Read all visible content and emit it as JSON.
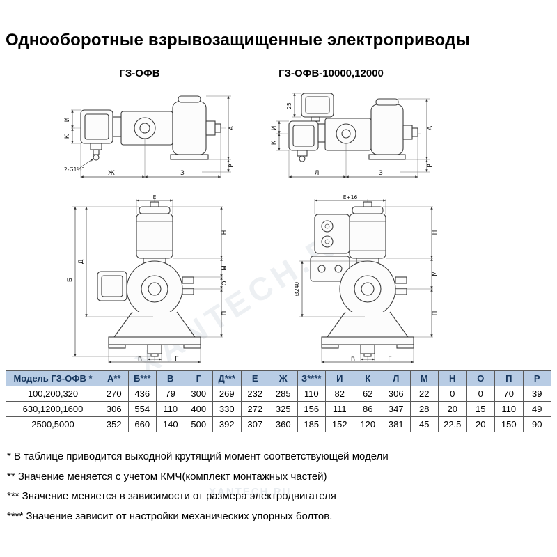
{
  "title": "Однооборотные взрывозащищенные электроприводы",
  "watermark": "XANTECH.RU",
  "drawings": {
    "left_label": "ГЗ-ОФВ",
    "right_label": "ГЗ-ОФВ-10000,12000",
    "d1": {
      "dims": {
        "a": "А",
        "r": "Р",
        "zh": "Ж",
        "z": "З",
        "i": "И",
        "k": "К",
        "conduit": "2-G1½″"
      }
    },
    "d2": {
      "dims": {
        "n25": "25",
        "i": "И",
        "k": "К",
        "l": "Л",
        "z": "З",
        "a": "А",
        "r": "Р"
      }
    },
    "d3": {
      "dims": {
        "e": "Е",
        "b": "Б",
        "d": "Д",
        "n": "Н",
        "m": "М",
        "o": "О",
        "p": "П",
        "v": "В",
        "g": "Г"
      }
    },
    "d4": {
      "dims": {
        "e16": "Е+16",
        "dia": "Ø240",
        "n": "Н",
        "m": "М",
        "p": "П",
        "v": "В",
        "g": "Г"
      }
    }
  },
  "table": {
    "headers": [
      "Модель ГЗ-ОФВ *",
      "А**",
      "Б***",
      "В",
      "Г",
      "Д***",
      "Е",
      "Ж",
      "З****",
      "И",
      "К",
      "Л",
      "М",
      "Н",
      "О",
      "П",
      "Р"
    ],
    "rows": [
      [
        "100,200,320",
        "270",
        "436",
        "79",
        "300",
        "269",
        "232",
        "285",
        "110",
        "82",
        "62",
        "306",
        "22",
        "0",
        "0",
        "70",
        "39"
      ],
      [
        "630,1200,1600",
        "306",
        "554",
        "110",
        "400",
        "330",
        "272",
        "325",
        "156",
        "111",
        "86",
        "347",
        "28",
        "20",
        "15",
        "110",
        "49"
      ],
      [
        "2500,5000",
        "352",
        "660",
        "140",
        "500",
        "392",
        "307",
        "360",
        "185",
        "152",
        "120",
        "381",
        "45",
        "22.5",
        "20",
        "150",
        "90"
      ]
    ]
  },
  "footnotes": [
    "* В таблице приводится выходной крутящий момент соответствующей модели",
    "** Значение меняется с учетом КМЧ(комплект монтажных частей)",
    "*** Значение меняется в зависимости от размера электродвигателя",
    "**** Значение зависит от настройки механических упорных болтов."
  ]
}
